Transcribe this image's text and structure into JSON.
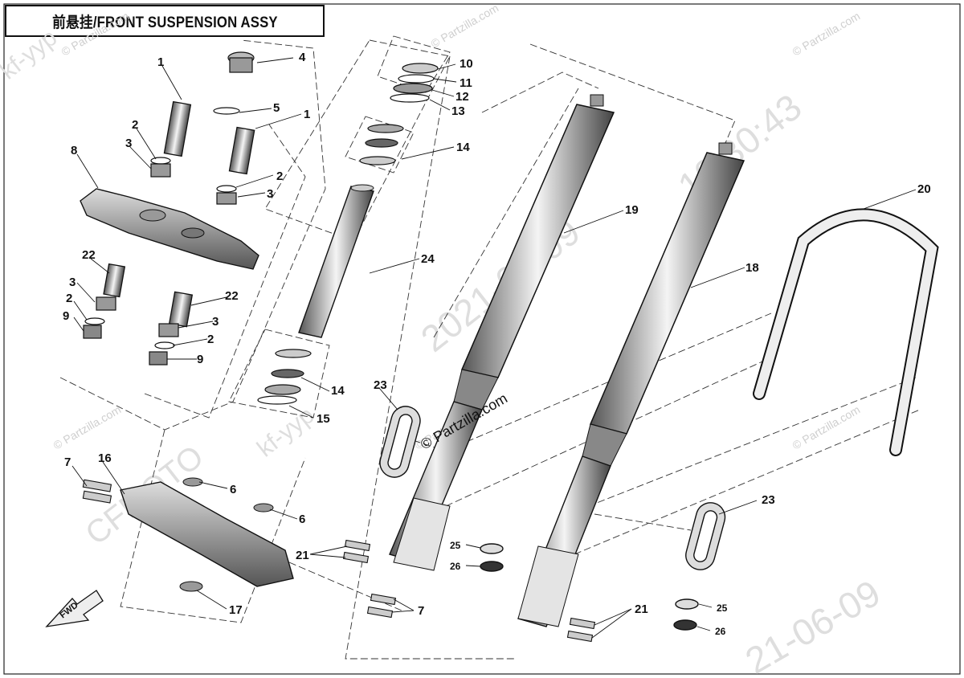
{
  "title": "前悬挂/FRONT SUSPENSION ASSY",
  "fwd_label": "FWD",
  "watermarks": [
    "© Partzilla.com",
    "© Partzilla.com",
    "© Partzilla.com",
    "© Partzilla.com",
    "© Partzilla.com",
    "© Partzilla.com"
  ],
  "stamps": [
    "2021-06-09",
    "10:30:43",
    "kf-yyp",
    "CFMOTO",
    "kf-yyp",
    "21-06-09"
  ],
  "callouts": [
    {
      "num": "1"
    },
    {
      "num": "4"
    },
    {
      "num": "5"
    },
    {
      "num": "1"
    },
    {
      "num": "2"
    },
    {
      "num": "3"
    },
    {
      "num": "8"
    },
    {
      "num": "2"
    },
    {
      "num": "3"
    },
    {
      "num": "22"
    },
    {
      "num": "3"
    },
    {
      "num": "2"
    },
    {
      "num": "9"
    },
    {
      "num": "22"
    },
    {
      "num": "3"
    },
    {
      "num": "2"
    },
    {
      "num": "9"
    },
    {
      "num": "10"
    },
    {
      "num": "11"
    },
    {
      "num": "12"
    },
    {
      "num": "13"
    },
    {
      "num": "14"
    },
    {
      "num": "24"
    },
    {
      "num": "14"
    },
    {
      "num": "15"
    },
    {
      "num": "19"
    },
    {
      "num": "18"
    },
    {
      "num": "20"
    },
    {
      "num": "23"
    },
    {
      "num": "23"
    },
    {
      "num": "7"
    },
    {
      "num": "16"
    },
    {
      "num": "6"
    },
    {
      "num": "6"
    },
    {
      "num": "21"
    },
    {
      "num": "17"
    },
    {
      "num": "7"
    },
    {
      "num": "25"
    },
    {
      "num": "26"
    },
    {
      "num": "21"
    },
    {
      "num": "25"
    },
    {
      "num": "26"
    }
  ]
}
